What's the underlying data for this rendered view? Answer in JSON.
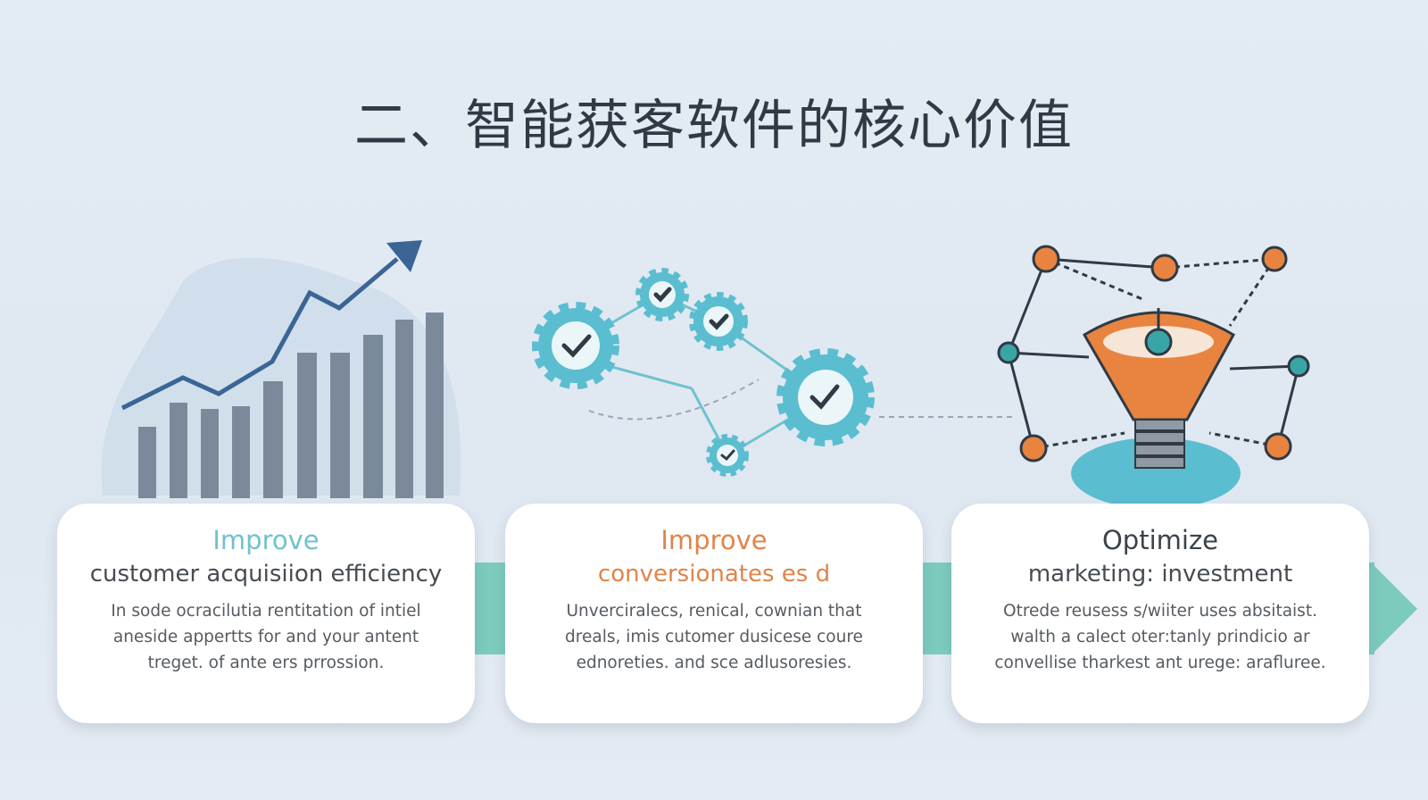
{
  "title": "二、智能获客软件的核心价值",
  "colors": {
    "teal": "#6fc2cf",
    "orange": "#e0844a",
    "dark": "#3b4249",
    "band": "#7ccbbd"
  },
  "cards": [
    {
      "heading": "Improve",
      "subheading": "customer acquisiion efficiency",
      "body": [
        "In sode ocracilutia rentitation of intiel",
        "aneside appertts for and your antent",
        "treget. of ante ers prrossion."
      ]
    },
    {
      "heading": "Improve",
      "subheading": "conversionates es d",
      "body": [
        "Unverciralecs, renical, cownian that",
        "dreals, imis cutomer dusicese coure",
        "ednoreties. and sce adlusoresies."
      ]
    },
    {
      "heading": "Optimize",
      "subheading": "marketing: investment",
      "body": [
        "Otrede reusess s/wiiter uses absitaist.",
        "walth a calect oter:tanly prindicio ar",
        "convellise tharkest ant urege: araflureе."
      ]
    }
  ],
  "icons": [
    "growth-chart-icon",
    "gear-network-icon",
    "funnel-network-icon"
  ]
}
